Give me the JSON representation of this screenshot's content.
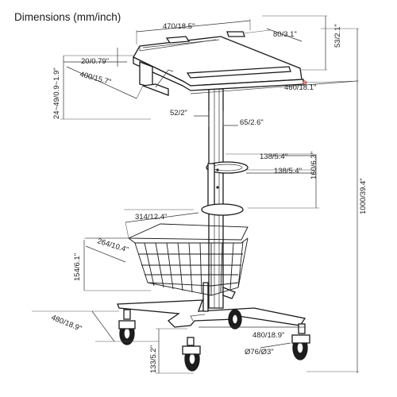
{
  "title": "Dimensions (mm/inch)",
  "dimensions": {
    "top_width": "470/18.5\"",
    "top_right": "80/3.1\"",
    "top_height": "53/2.1\"",
    "lip": "20/0.79\"",
    "top_depth": "400/15.7\"",
    "tilt": "24~49/0.9~1.9\"",
    "tray_width": "460/18.1\"",
    "column_a": "52/2\"",
    "column_b": "65/2.6\"",
    "holder_a": "138/5.4\"",
    "holder_b": "138/5.4\"",
    "holder_height": "160/6.3\"",
    "overall_height": "1000/39.4\"",
    "basket_width": "314/12.4\"",
    "basket_depth": "264/10.4\"",
    "basket_height": "154/6.1\"",
    "base_depth": "480/18.9\"",
    "base_width": "480/18.9\"",
    "caster_height": "133/5.2\"",
    "caster_diameter": "Ø76/Ø3\""
  }
}
